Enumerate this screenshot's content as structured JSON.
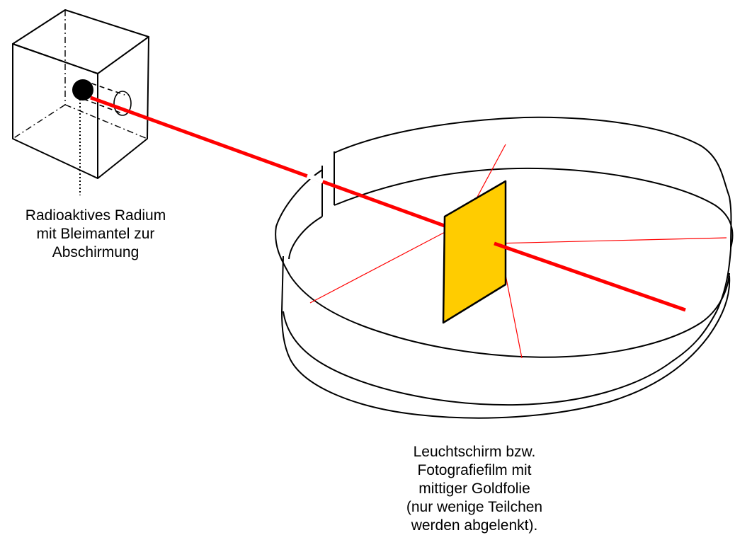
{
  "colors": {
    "beam": "#ff0000",
    "gold_foil": "#ffcc00",
    "outline": "#000000",
    "background": "#ffffff"
  },
  "labels": {
    "source": {
      "line1": "Radioaktives Radium",
      "line2": "mit Bleimantel zur",
      "line3": "Abschirmung"
    },
    "screen": {
      "line1": "Leuchtschirm bzw.",
      "line2": "Fotografiefilm mit",
      "line3": "mittiger Goldfolie",
      "line4": "(nur wenige Teilchen",
      "line5": "werden abgelenkt)."
    }
  }
}
